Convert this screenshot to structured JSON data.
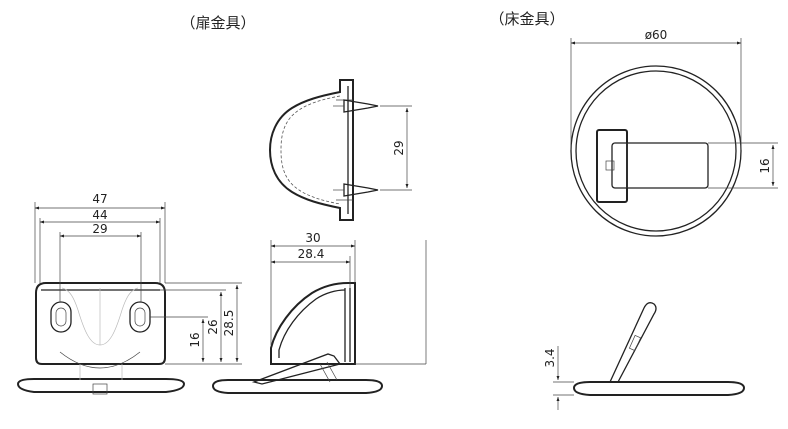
{
  "titles": {
    "door_bracket": "（扉金具）",
    "floor_bracket": "（床金具）"
  },
  "dimensions": {
    "door_width_outer": "47",
    "door_width_inner": "44",
    "door_hole_pitch": "29",
    "door_height_outer": "28.5",
    "door_height_inner": "26",
    "door_hole_height": "16",
    "side_depth_outer": "30",
    "side_depth_inner": "28.4",
    "top_view_pitch": "29",
    "floor_diameter": "ø60",
    "floor_slot_width": "16",
    "floor_thickness": "3.4"
  }
}
